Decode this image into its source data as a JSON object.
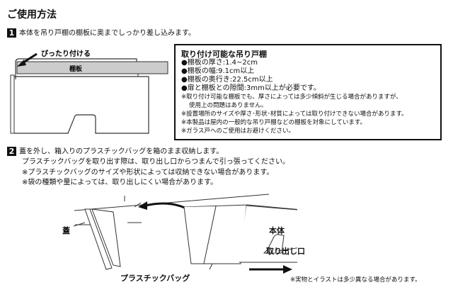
{
  "title": "ご使用方法",
  "step1": {
    "number": "1",
    "text": "本体を吊り戸棚の棚板に奥までしっかり差し込みます。",
    "diagram": {
      "arrow_label": "ぴったり付ける",
      "shelf_label": "棚板"
    }
  },
  "spec_box": {
    "heading": "取り付け可能な吊り戸棚",
    "items": [
      "●棚板の厚さ:1.4~2cm",
      "●棚板の幅:9.1cm以上",
      "●棚板の奥行き:22.5cm以上",
      "●扉と棚板との隙間:3mm以上が必要です。"
    ],
    "notes": [
      "※取り付け可能な棚板でも、厚さによっては多少傾斜が生じる場合がありますが、",
      "使用上の問題はありません。",
      "※設置場所のサイズや厚さ･形状･材質によっては取り付けできない場合があります。",
      "※本製品は屋内の一般的な吊り戸棚などの棚板を対象にしています。",
      "※ガラス戸へのご使用はお避けください。"
    ]
  },
  "step2": {
    "number": "2",
    "lines": [
      "蓋を外し、箱入りのプラスチックバッグを箱のまま収納します。",
      "プラスチックバッグを取り出す際は、取り出し口からつまんで引っ張ってください。",
      "※プラスチックバッグのサイズや形状によっては収納できない場合があります。",
      "※袋の種類や量によっては、取り出しにくい場合があります。"
    ],
    "diagram": {
      "lid_label": "蓋",
      "body_label": "本体",
      "opening_label": "取り出し口",
      "bag_label": "プラスチックバッグ"
    }
  },
  "footnote": "※実物とイラストは多少異なる場合があります。"
}
